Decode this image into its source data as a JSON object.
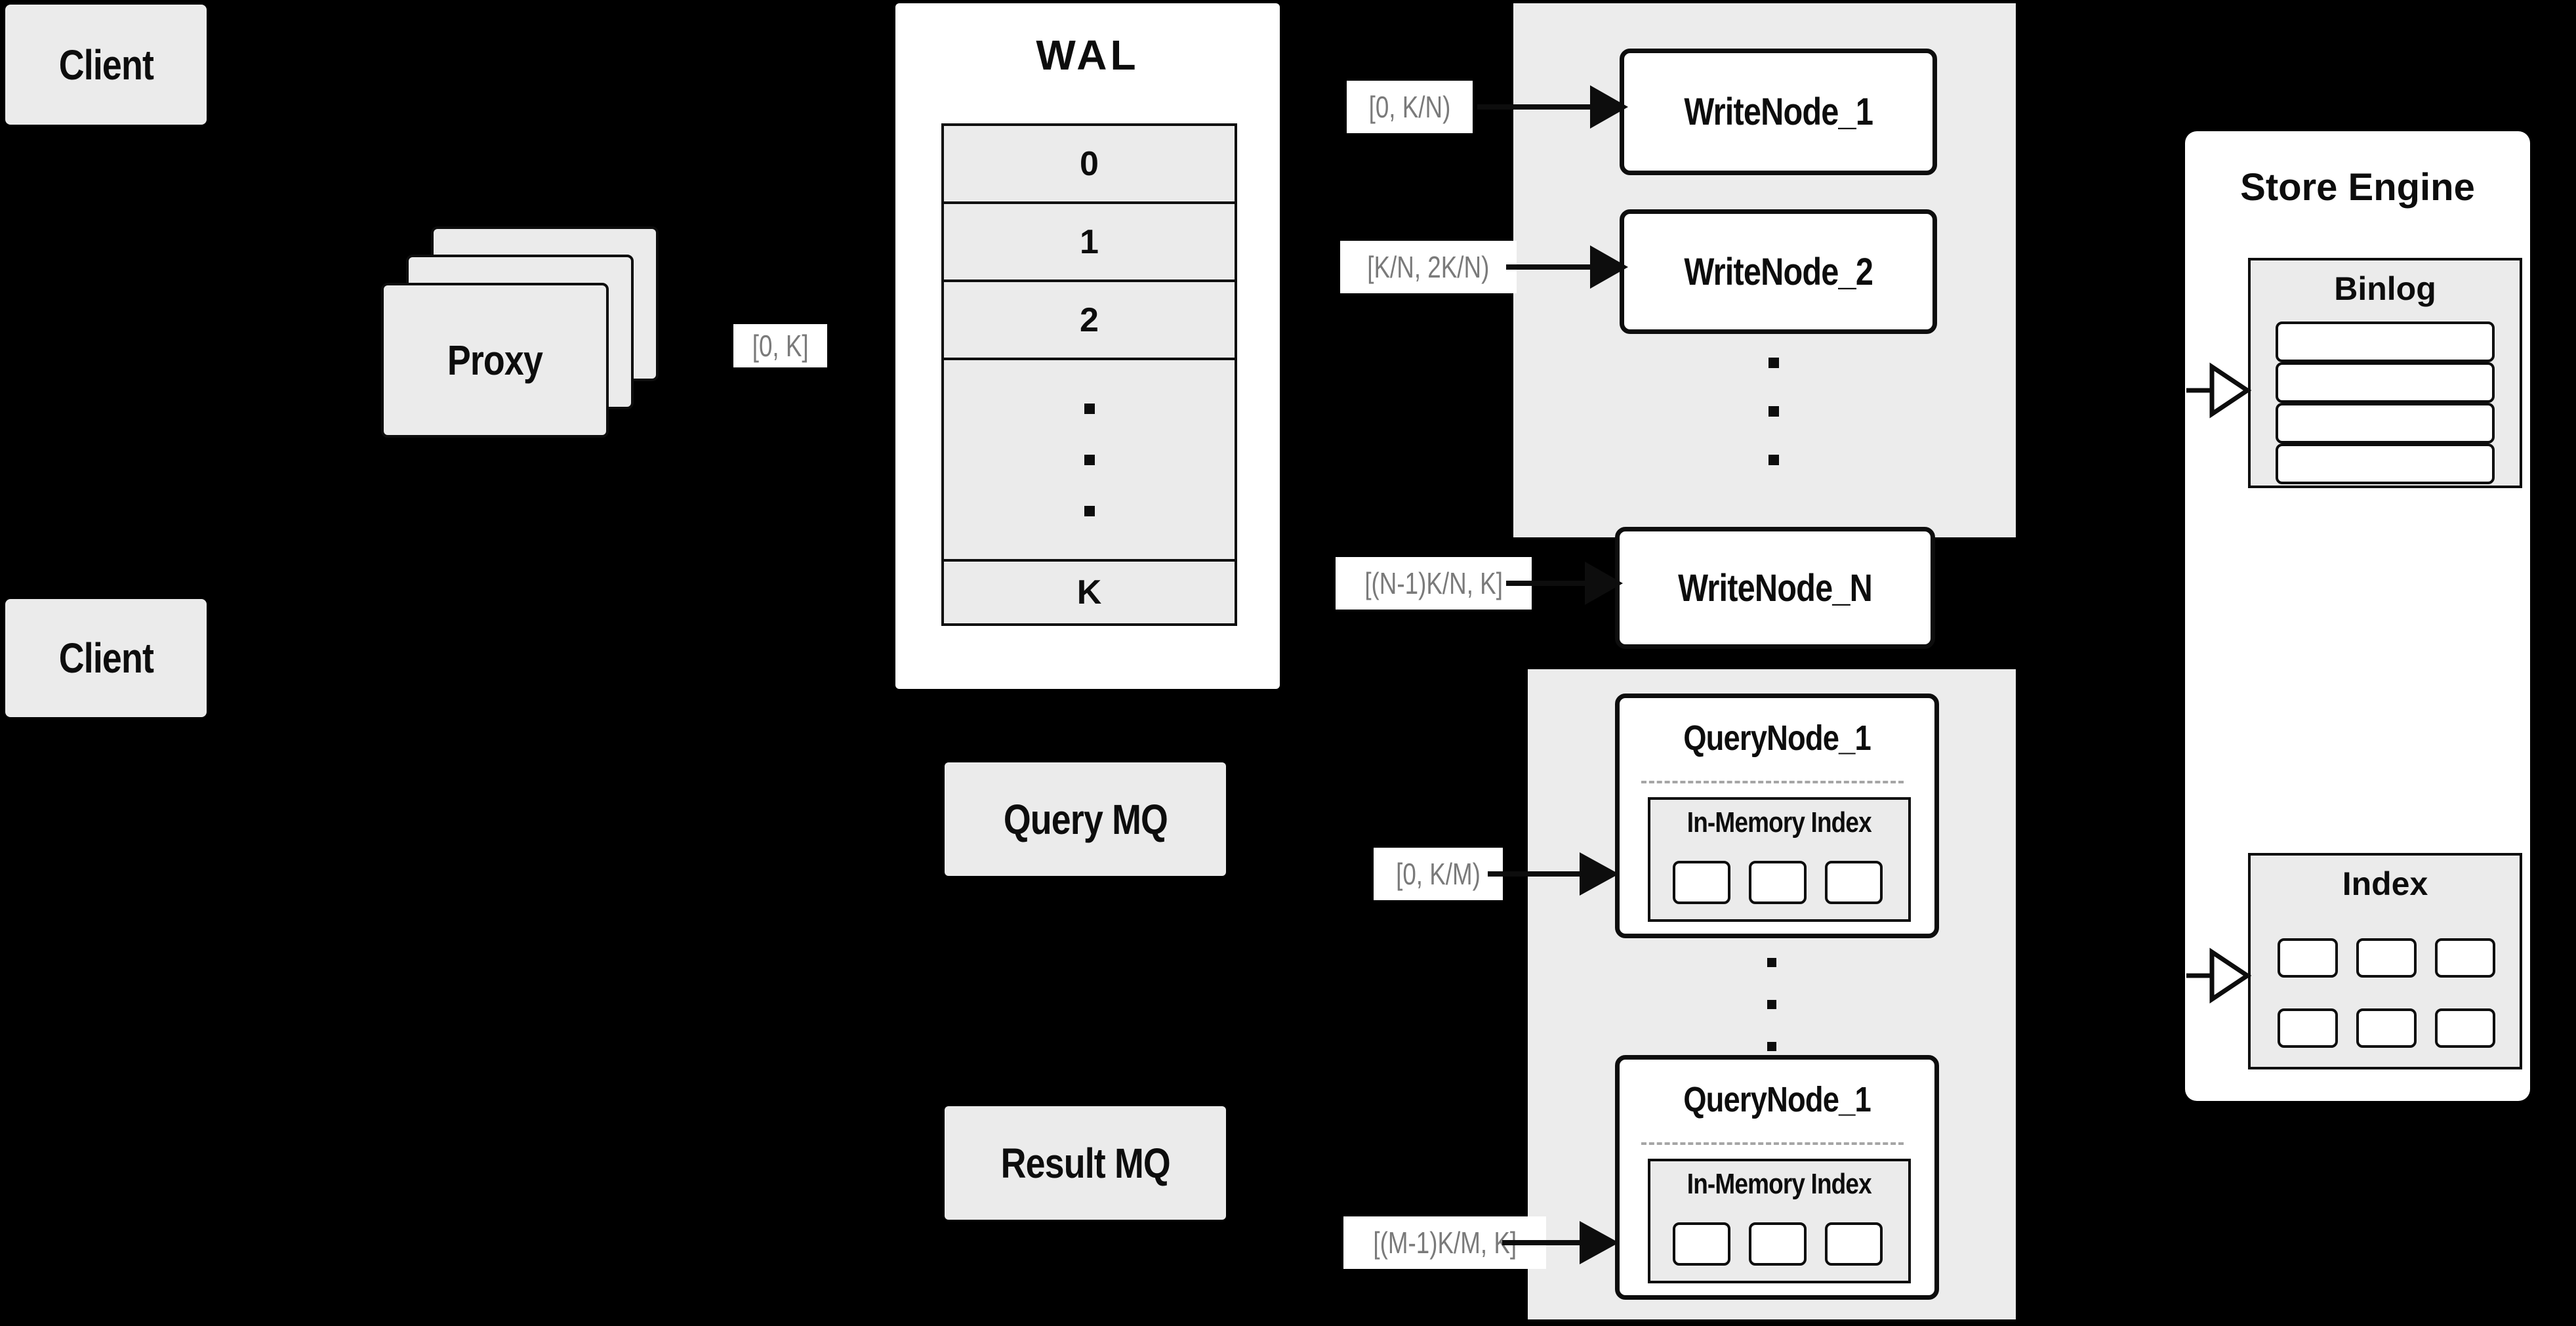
{
  "colors": {
    "background": "#000000",
    "box_fill": "#ebebeb",
    "panel_fill": "#ececec",
    "card_fill": "#ffffff",
    "border": "#0d0d0d",
    "edge_label_text": "#7a7a7a",
    "dashed_divider": "#a6a6a6"
  },
  "clients": {
    "top_label": "Client",
    "bottom_label": "Client"
  },
  "proxy": {
    "label": "Proxy"
  },
  "edge_labels": {
    "proxy_to_wal": "[0, K]",
    "wal_to_write_1": "[0,  K/N)",
    "wal_to_write_2": "[K/N, 2K/N)",
    "wal_to_write_n": "[(N-1)K/N,  K]",
    "query_mq_to_node_top": "[0, K/M)",
    "query_mq_to_node_bottom": "[(M-1)K/M, K]"
  },
  "wal": {
    "title": "WAL",
    "rows": [
      "0",
      "1",
      "2",
      "K"
    ]
  },
  "write_group": {
    "node_1": "WriteNode_1",
    "node_2": "WriteNode_2",
    "node_n": "WriteNode_N"
  },
  "store_engine": {
    "title": "Store Engine",
    "binlog_title": "Binlog",
    "index_title": "Index"
  },
  "mq": {
    "query_label": "Query MQ",
    "result_label": "Result MQ"
  },
  "query_group": {
    "node_top_title": "QueryNode_1",
    "node_bottom_title": "QueryNode_1",
    "in_memory_label_top": "In-Memory Index",
    "in_memory_label_bottom": "In-Memory Index"
  }
}
